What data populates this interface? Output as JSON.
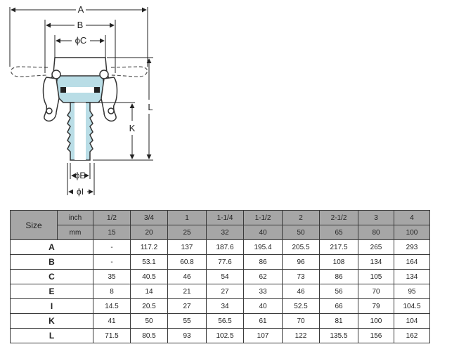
{
  "drawing": {
    "dimension_labels": {
      "A": "A",
      "B": "B",
      "C": "ϕC",
      "L": "L",
      "K": "K",
      "E": "ϕE",
      "I": "ϕI"
    }
  },
  "table": {
    "size_label": "Size",
    "units": {
      "inch": "inch",
      "mm": "mm"
    },
    "sizes_inch": [
      "1/2",
      "3/4",
      "1",
      "1-1/4",
      "1-1/2",
      "2",
      "2-1/2",
      "3",
      "4"
    ],
    "sizes_mm": [
      "15",
      "20",
      "25",
      "32",
      "40",
      "50",
      "65",
      "80",
      "100"
    ],
    "rows": [
      {
        "label": "A",
        "values": [
          "-",
          "117.2",
          "137",
          "187.6",
          "195.4",
          "205.5",
          "217.5",
          "265",
          "293"
        ]
      },
      {
        "label": "B",
        "values": [
          "-",
          "53.1",
          "60.8",
          "77.6",
          "86",
          "96",
          "108",
          "134",
          "164"
        ]
      },
      {
        "label": "C",
        "values": [
          "35",
          "40.5",
          "46",
          "54",
          "62",
          "73",
          "86",
          "105",
          "134"
        ]
      },
      {
        "label": "E",
        "values": [
          "8",
          "14",
          "21",
          "27",
          "33",
          "46",
          "56",
          "70",
          "95"
        ]
      },
      {
        "label": "I",
        "values": [
          "14.5",
          "20.5",
          "27",
          "34",
          "40",
          "52.5",
          "66",
          "79",
          "104.5"
        ]
      },
      {
        "label": "K",
        "values": [
          "41",
          "50",
          "55",
          "56.5",
          "61",
          "70",
          "81",
          "100",
          "104"
        ]
      },
      {
        "label": "L",
        "values": [
          "71.5",
          "80.5",
          "93",
          "102.5",
          "107",
          "122",
          "135.5",
          "156",
          "162"
        ]
      }
    ]
  }
}
